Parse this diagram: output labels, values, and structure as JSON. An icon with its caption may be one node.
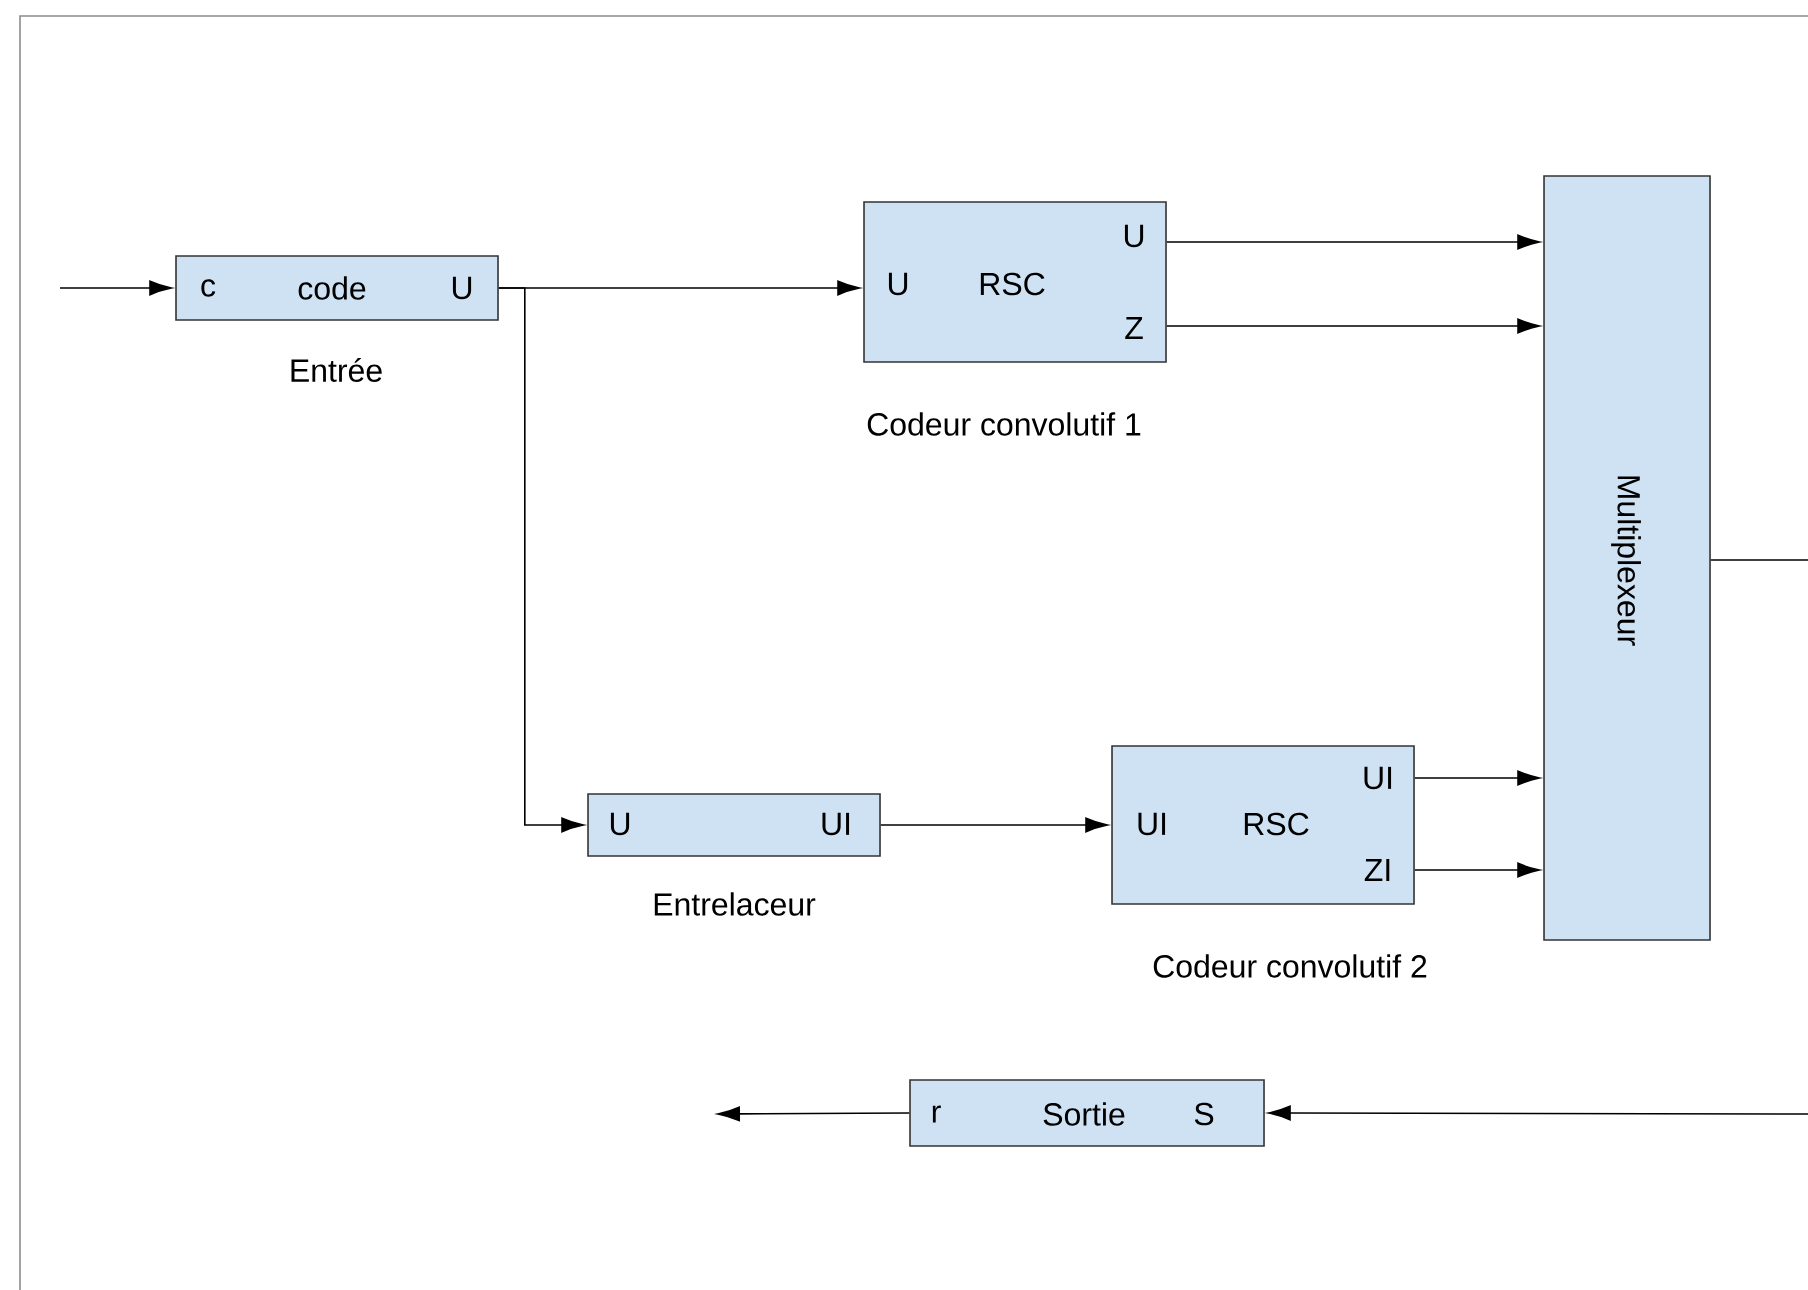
{
  "diagram": {
    "nodes": [
      {
        "text": [
          "c",
          "code",
          "U"
        ],
        "beside": [
          "Entrée"
        ]
      },
      {
        "text": [
          "U",
          "RSC",
          "U",
          "Z"
        ],
        "beside": [
          "Codeur convolutif 1"
        ]
      },
      {
        "text": [
          "U",
          "UI"
        ],
        "beside": [
          "Entrelaceur"
        ]
      },
      {
        "text": [
          "UI",
          "RSC",
          "UI",
          "ZI"
        ],
        "beside": [
          "Codeur convolutif 2"
        ]
      },
      {
        "text": [
          "Multiplexeur"
        ]
      },
      {
        "text": [
          "r",
          "Sortie",
          "S"
        ]
      }
    ],
    "edges": [
      {
        "from": null,
        "to": 0,
        "arrow": "to"
      },
      {
        "from": 0,
        "to": 1,
        "arrow": "to"
      },
      {
        "from": 0,
        "to": 2,
        "arrow": "to"
      },
      {
        "from": 2,
        "to": 3,
        "arrow": "to"
      },
      {
        "from": 1,
        "to": 4,
        "arrow": "to"
      },
      {
        "from": 1,
        "to": 4,
        "arrow": "to"
      },
      {
        "from": 3,
        "to": 4,
        "arrow": "to"
      },
      {
        "from": 3,
        "to": 4,
        "arrow": "to"
      },
      {
        "from": 4,
        "to": null,
        "arrow": "none"
      },
      {
        "from": null,
        "to": 5,
        "arrow": "to"
      },
      {
        "from": 5,
        "to": null,
        "arrow": "to"
      }
    ]
  }
}
